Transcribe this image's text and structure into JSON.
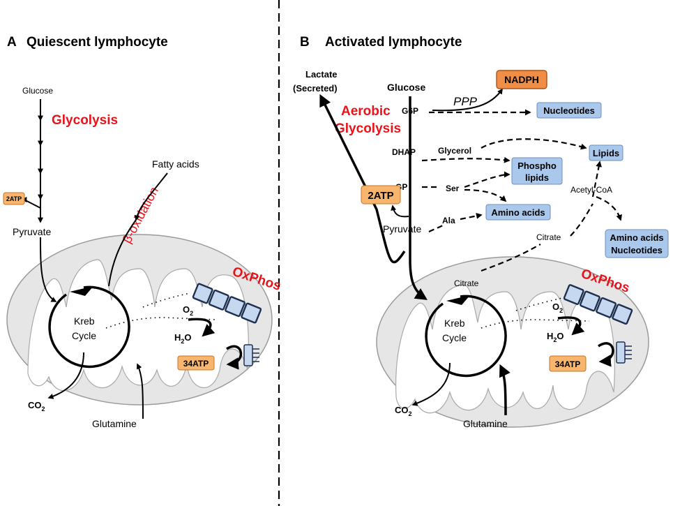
{
  "panel_a": {
    "letter": "A",
    "title": "Quiescent lymphocyte",
    "glucose": "Glucose",
    "glycolysis": "Glycolysis",
    "atp_glycolysis": "2ATP",
    "pyruvate": "Pyruvate",
    "fatty_acids": "Fatty acids",
    "beta_oxidation": "β-oxidation",
    "oxphos": "OxPhos",
    "kreb_line1": "Kreb",
    "kreb_line2": "Cycle",
    "o2": "O",
    "o2_sub": "2",
    "h2o_a": "H",
    "h2o_sub": "2",
    "h2o_b": "O",
    "atp_oxphos": "34ATP",
    "co2": "CO",
    "co2_sub": "2",
    "glutamine": "Glutamine"
  },
  "panel_b": {
    "letter": "B",
    "title": "Activated lymphocyte",
    "lactate_line1": "Lactate",
    "lactate_line2": "(Secreted)",
    "glucose": "Glucose",
    "aerobic_line1": "Aerobic",
    "aerobic_line2": "Glycolysis",
    "g6p": "G6P",
    "ppp": "PPP",
    "nadph": "NADPH",
    "nucleotides": "Nucleotides",
    "dhap": "DHAP",
    "glycerol": "Glycerol",
    "lipids": "Lipids",
    "phospho_line1": "Phospho",
    "phospho_line2": "lipids",
    "gp": "GP",
    "ser": "Ser",
    "atp_glycolysis": "2ATP",
    "acetyl_coa": "Acetyl-CoA",
    "ala": "Ala",
    "amino_acids": "Amino acids",
    "pyruvate": "Pyruvate",
    "citrate_out": "Citrate",
    "amino_nuc_line1": "Amino acids",
    "amino_nuc_line2": "Nucleotides",
    "citrate_in": "Citrate",
    "oxphos": "OxPhos",
    "kreb_line1": "Kreb",
    "kreb_line2": "Cycle",
    "o2": "O",
    "o2_sub": "2",
    "h2o_a": "H",
    "h2o_sub": "2",
    "h2o_b": "O",
    "atp_oxphos": "34ATP",
    "co2": "CO",
    "co2_sub": "2",
    "glutamine": "Glutamine"
  },
  "colors": {
    "red_label": "#e8141b",
    "blue_box": "#a9c8ec",
    "orange_box": "#f7b56d",
    "mito_fill": "#e6e6e6"
  }
}
